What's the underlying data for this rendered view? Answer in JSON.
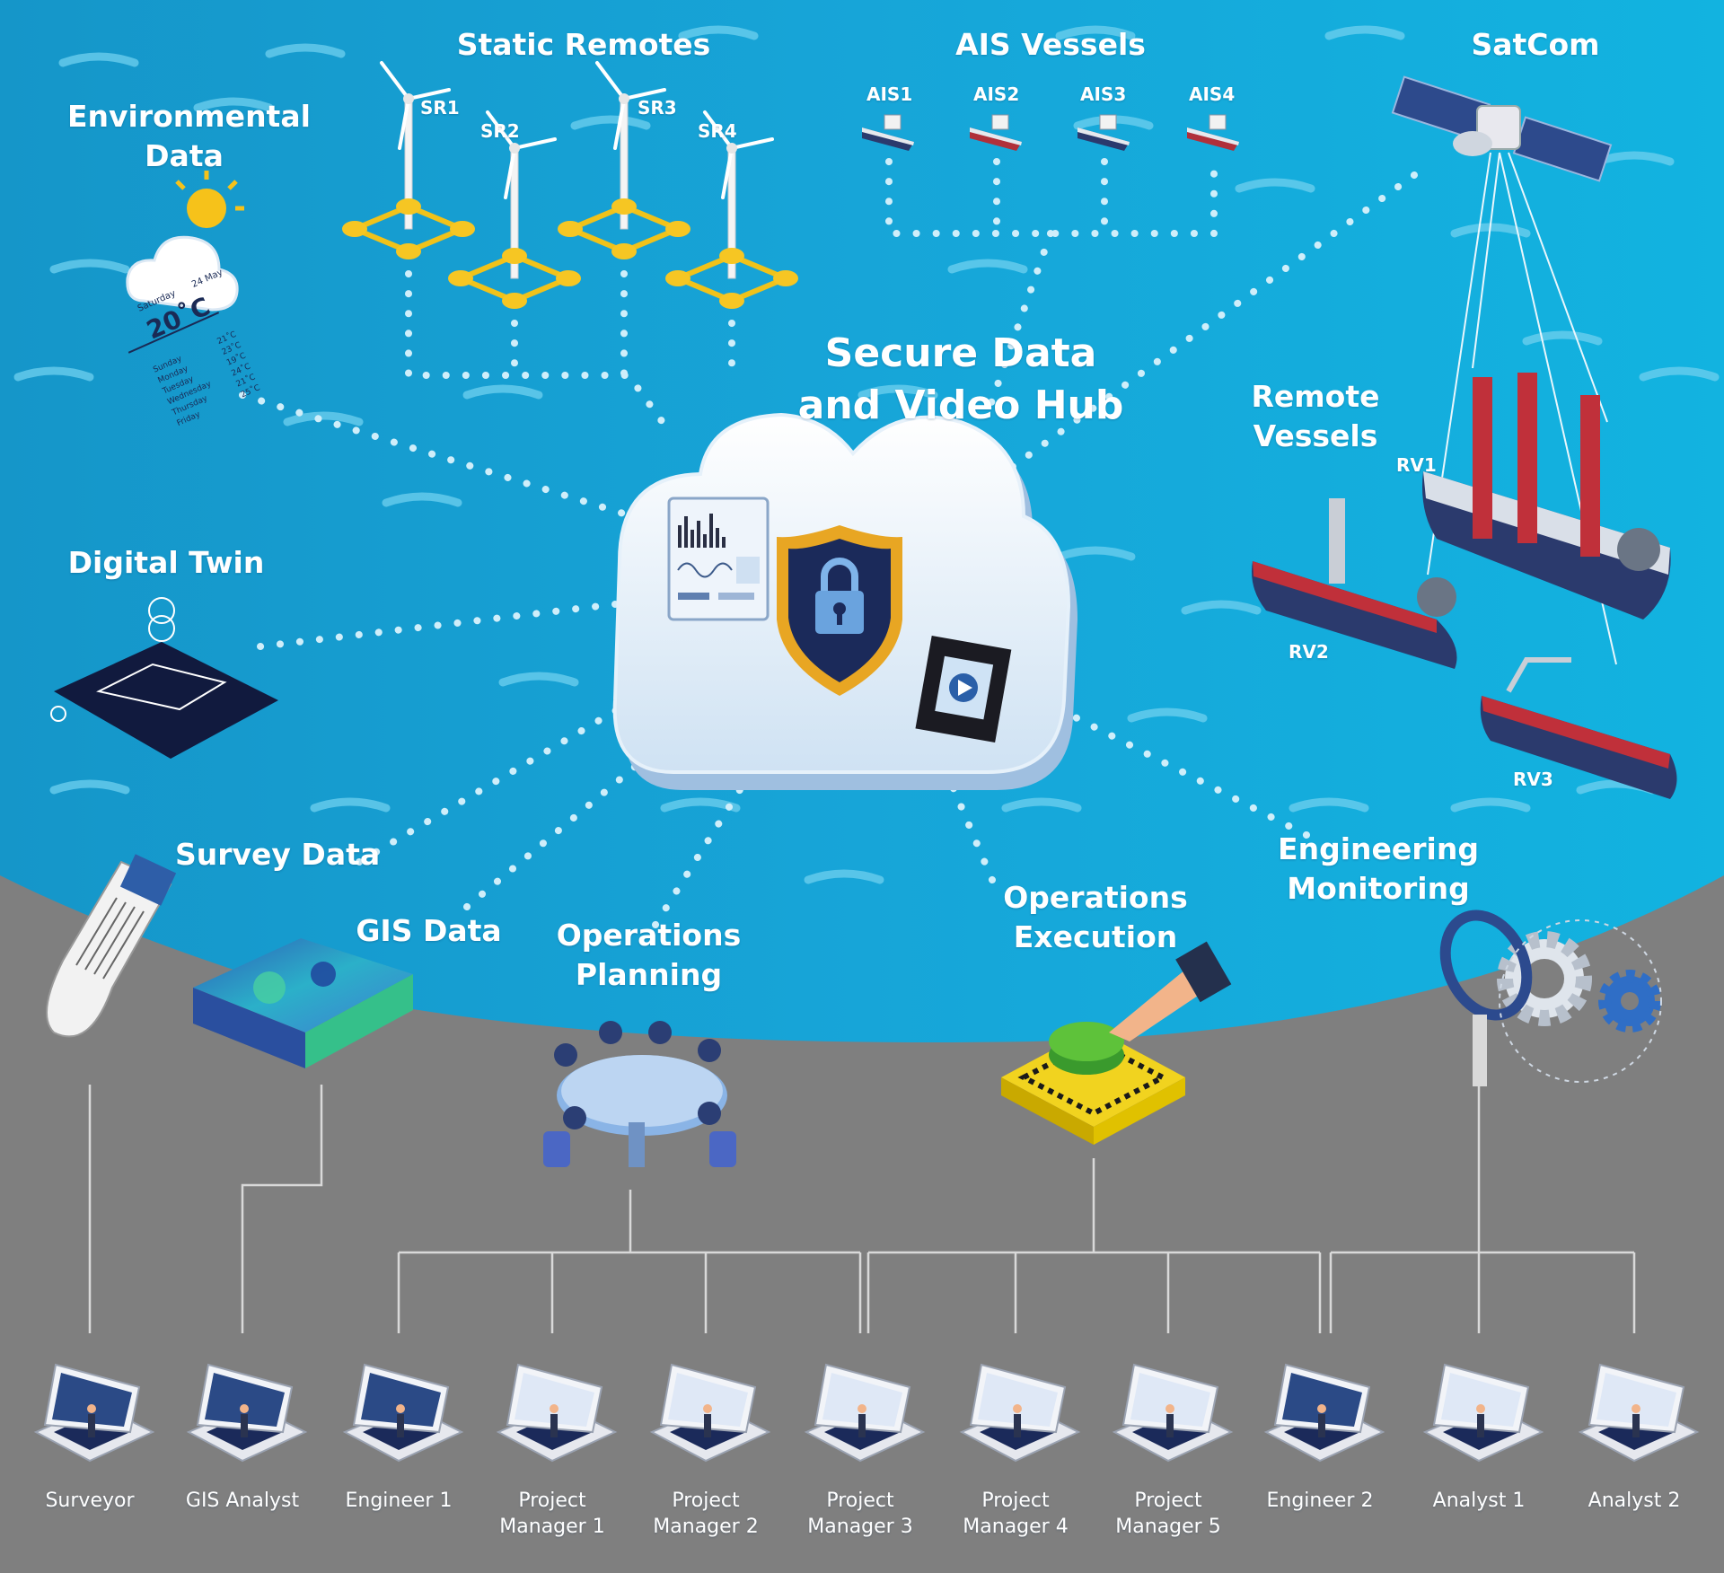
{
  "hub": {
    "title": "Secure Data and Video Hub",
    "line1": "Secure Data",
    "line2": "and Video Hub"
  },
  "sources": {
    "environmental": {
      "line1": "Environmental",
      "line2": "Data"
    },
    "static_remotes": {
      "title": "Static Remotes",
      "units": [
        "SR1",
        "SR2",
        "SR3",
        "SR4"
      ]
    },
    "ais_vessels": {
      "title": "AIS Vessels",
      "units": [
        "AIS1",
        "AIS2",
        "AIS3",
        "AIS4"
      ]
    },
    "satcom": {
      "title": "SatCom"
    },
    "remote_vessels": {
      "line1": "Remote",
      "line2": "Vessels",
      "units": [
        "RV1",
        "RV2",
        "RV3"
      ]
    },
    "digital_twin": {
      "title": "Digital Twin"
    },
    "survey_data": {
      "title": "Survey Data"
    },
    "gis_data": {
      "title": "GIS Data"
    },
    "operations_planning": {
      "line1": "Operations",
      "line2": "Planning"
    },
    "operations_execution": {
      "line1": "Operations",
      "line2": "Execution"
    },
    "engineering_monitoring": {
      "line1": "Engineering",
      "line2": "Monitoring"
    }
  },
  "weather": {
    "date_day": "Saturday",
    "date": "24 May",
    "temperature": "20˚C",
    "forecast": [
      {
        "day": "Sunday",
        "temp": "21˚C"
      },
      {
        "day": "Monday",
        "temp": "23˚C"
      },
      {
        "day": "Tuesday",
        "temp": "19˚C"
      },
      {
        "day": "Wednesday",
        "temp": "24˚C"
      },
      {
        "day": "Thursday",
        "temp": "21˚C"
      },
      {
        "day": "Friday",
        "temp": "25˚C"
      }
    ]
  },
  "users": [
    {
      "line1": "Surveyor",
      "line2": ""
    },
    {
      "line1": "GIS Analyst",
      "line2": ""
    },
    {
      "line1": "Engineer 1",
      "line2": ""
    },
    {
      "line1": "Project",
      "line2": "Manager 1"
    },
    {
      "line1": "Project",
      "line2": "Manager 2"
    },
    {
      "line1": "Project",
      "line2": "Manager 3"
    },
    {
      "line1": "Project",
      "line2": "Manager 4"
    },
    {
      "line1": "Project",
      "line2": "Manager 5"
    },
    {
      "line1": "Engineer 2",
      "line2": ""
    },
    {
      "line1": "Analyst 1",
      "line2": ""
    },
    {
      "line1": "Analyst 2",
      "line2": ""
    }
  ],
  "colors": {
    "sea": "#15a3d5",
    "sea_light": "#4fc5ea",
    "ground": "#7f7f7f",
    "label_text": "#ffffff",
    "connector_dots": "#cfeefa",
    "user_lines": "#d9d9d9",
    "shield_gold": "#e8a623",
    "shield_navy": "#1b2a5a"
  },
  "icons": {
    "hub": "cloud-icon",
    "security": "shield-lock-icon",
    "video": "video-film-icon",
    "dashboard": "dashboard-panel-icon",
    "turbine": "wind-turbine-icon",
    "vessel": "ship-icon",
    "satellite": "satellite-icon",
    "weather": "sun-cloud-icon",
    "twin": "digital-twin-icon",
    "survey": "document-scroll-icon",
    "gis": "terrain-map-icon",
    "meeting": "meeting-table-icon",
    "button": "push-button-icon",
    "monitoring": "magnifier-gears-icon",
    "user": "laptop-user-icon"
  }
}
